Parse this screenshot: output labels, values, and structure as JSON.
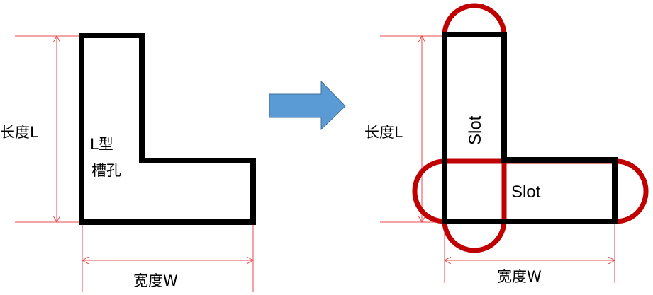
{
  "left": {
    "length_label": "长度L",
    "width_label": "宽度W",
    "shape_label_line1": "L型",
    "shape_label_line2": "槽孔"
  },
  "arrow": {
    "icon": "right-arrow-icon",
    "color": "#5b9bd5"
  },
  "right": {
    "length_label": "长度L",
    "width_label": "宽度W",
    "vertical_slot_label": "Slot",
    "horizontal_slot_label": "Slot"
  },
  "colors": {
    "outline": "#000000",
    "slot": "#c00000",
    "dimension": "#e8494b"
  }
}
